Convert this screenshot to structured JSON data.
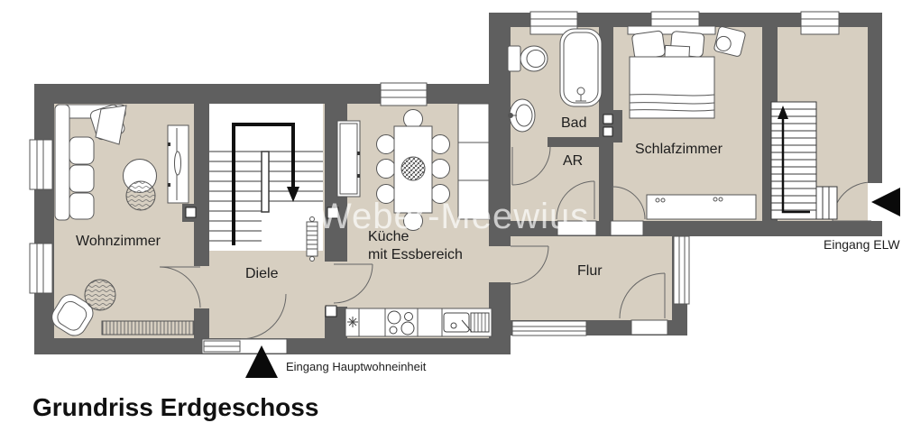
{
  "title": "Grundriss Erdgeschoss",
  "watermark": "Weber-Meewius",
  "rooms": {
    "wohnzimmer": {
      "label": "Wohnzimmer"
    },
    "diele": {
      "label": "Diele"
    },
    "kueche": {
      "label_line1": "Küche",
      "label_line2": "mit Essbereich"
    },
    "bad": {
      "label": "Bad"
    },
    "abstellraum": {
      "label": "AR"
    },
    "schlafzimmer": {
      "label": "Schlafzimmer"
    },
    "flur": {
      "label": "Flur"
    }
  },
  "entrances": {
    "main": {
      "label": "Eingang Hauptwohneinheit"
    },
    "elw": {
      "label": "Eingang ELW"
    }
  },
  "colors": {
    "wall": "#5f5f5f",
    "floor": "#d7cfc1",
    "stairwell": "#ffffff",
    "background": "#ffffff",
    "outline": "#555555",
    "label_text": "#1d1d1d",
    "watermark": "rgba(255,255,255,0.68)",
    "entrance_marker": "#0a0a0a"
  }
}
